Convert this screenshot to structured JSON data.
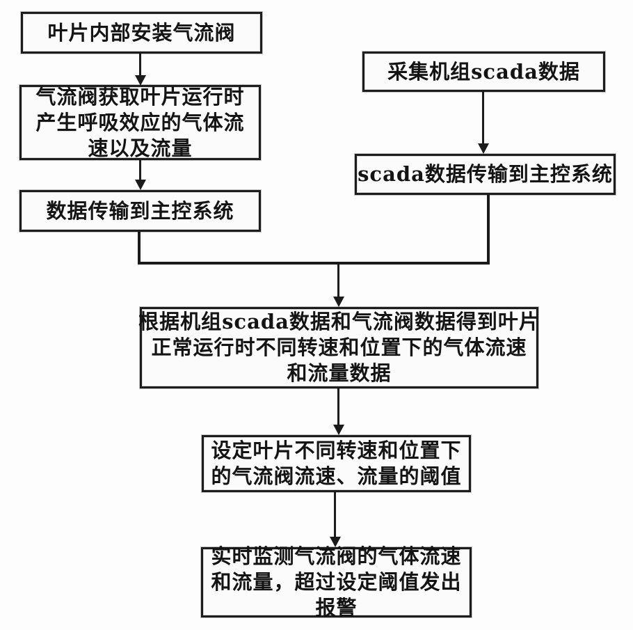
{
  "figure": {
    "type": "flowchart",
    "colors": {
      "background": "#fdfdfd",
      "box_fill": "#fbfbfb",
      "ink": "#1b1b1b"
    }
  },
  "boxes": {
    "l1": {
      "lines": [
        "叶片内部安装气流阀"
      ]
    },
    "l2": {
      "lines": [
        "气流阀获取叶片运行时",
        "产生呼吸效应的气体流",
        "速以及流量"
      ]
    },
    "l3": {
      "lines": [
        "数据传输到主控系统"
      ]
    },
    "r1": {
      "lines": [
        "采集机组scada数据"
      ]
    },
    "r2": {
      "lines": [
        "scada数据传输到主控系统"
      ]
    },
    "m1": {
      "lines": [
        "根据机组scada数据和气流阀数据得到叶片",
        "正常运行时不同转速和位置下的气体流速",
        "和流量数据"
      ]
    },
    "m2": {
      "lines": [
        "设定叶片不同转速和位置下",
        "的气流阀流速、流量的阈值"
      ]
    },
    "m3": {
      "lines": [
        "实时监测气流阀的气体流速",
        "和流量，超过设定阈值发出",
        "报警"
      ]
    }
  }
}
